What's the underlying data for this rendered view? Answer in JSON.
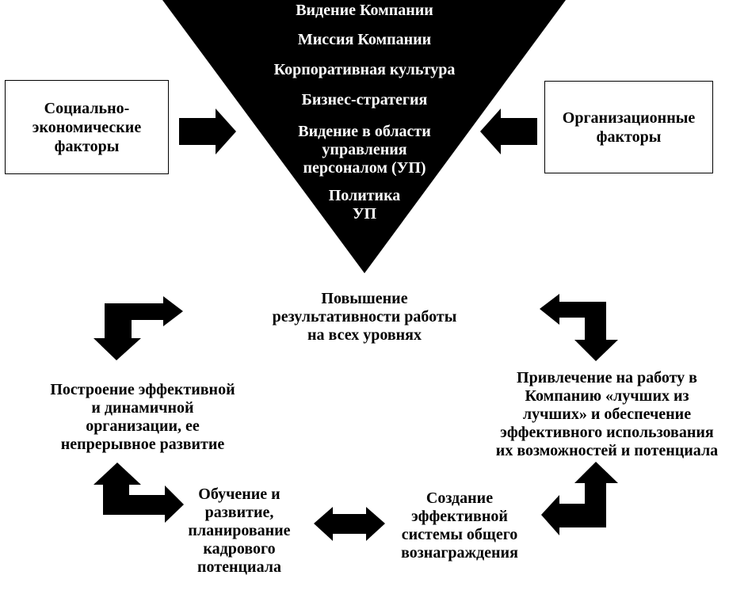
{
  "triangle": {
    "items": [
      "Видение Компании",
      "Миссия Компании",
      "Корпоративная культура",
      "Бизнес-стратегия",
      "Видение в области\nуправления\nперсоналом (УП)",
      "Политика\nУП"
    ]
  },
  "left_factor": "Социально-\nэкономические\nфакторы",
  "right_factor": "Организационные\nфакторы",
  "cycle": {
    "top": "Повышение\nрезультативности работы\nна всех уровнях",
    "left": "Построение эффективной\nи динамичной\nорганизации, ее\nнепрерывное развитие",
    "right": "Привлечение на работу в\nКомпанию «лучших из\nлучших» и обеспечение\nэффективного использования\nих возможностей и потенциала",
    "bottom_left": "Обучение и\nразвитие,\nпланирование\nкадрового\nпотенциала",
    "bottom_right": "Создание\nэффективной\nсистемы общего\nвознаграждения"
  }
}
